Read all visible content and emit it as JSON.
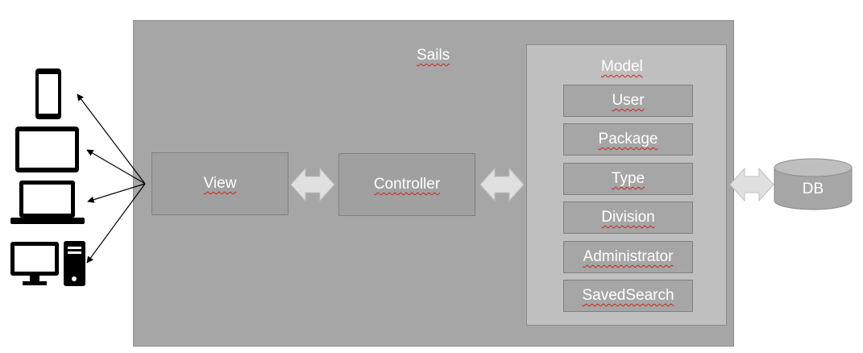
{
  "sails_label": "Sails",
  "view_label": "View",
  "controller_label": "Controller",
  "model": {
    "title": "Model",
    "items": [
      "User",
      "Package",
      "Type",
      "Division",
      "Administrator",
      "SavedSearch"
    ]
  },
  "db_label": "DB",
  "devices": [
    "smartphone-icon",
    "tablet-icon",
    "laptop-icon",
    "desktop-icon"
  ]
}
